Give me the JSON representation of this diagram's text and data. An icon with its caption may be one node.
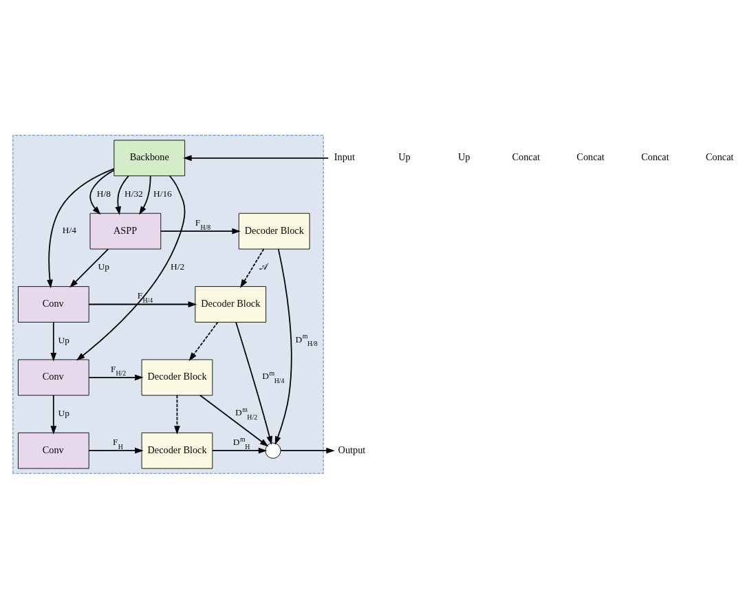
{
  "diagram": {
    "nodes": [
      {
        "text": [],
        "shape": "box"
      },
      {
        "text": [
          "Input"
        ]
      },
      {
        "text": [
          "Backbone"
        ],
        "in": 0
      },
      {
        "text": [
          "ASPP"
        ],
        "in": 0
      },
      {
        "text": [
          "Conv"
        ],
        "in": 0
      },
      {
        "text": [
          "Conv"
        ],
        "in": 0
      },
      {
        "text": [
          "Conv"
        ],
        "in": 0
      },
      {
        "text": [
          "Decoder Block"
        ],
        "in": 0
      },
      {
        "text": [
          "Decoder Block"
        ],
        "in": 0
      },
      {
        "text": [
          "Decoder Block"
        ],
        "in": 0
      },
      {
        "text": [
          "Decoder Block"
        ],
        "in": 0
      },
      {
        "text": [],
        "shape": "circle",
        "in": 0
      },
      {
        "text": [
          "Output"
        ]
      }
    ],
    "edges": [
      {
        "from": 1,
        "to": 2,
        "arrow": "to"
      },
      {
        "from": 2,
        "to": 3,
        "arrow": "to",
        "label": "H/32"
      },
      {
        "from": 2,
        "to": 3,
        "arrow": "to",
        "label": "H/16"
      },
      {
        "from": 2,
        "to": 3,
        "arrow": "to",
        "label": "H/8"
      },
      {
        "from": 2,
        "to": 4,
        "arrow": "to",
        "label": "H/4"
      },
      {
        "from": 2,
        "to": 5,
        "arrow": "to",
        "label": "H/2"
      },
      {
        "from": 3,
        "to": 4,
        "arrow": "to",
        "label": "Up"
      },
      {
        "from": 4,
        "to": 5,
        "arrow": "to",
        "label": "Up"
      },
      {
        "from": 5,
        "to": 6,
        "arrow": "to",
        "label": "Up"
      },
      {
        "from": 3,
        "to": 7,
        "arrow": "to",
        "label": "F$_{H/8}$"
      },
      {
        "from": 4,
        "to": 8,
        "arrow": "to",
        "label": "F$_{H/4}$"
      },
      {
        "from": 5,
        "to": 9,
        "arrow": "to",
        "label": "F$_{H/2}$"
      },
      {
        "from": 6,
        "to": 10,
        "arrow": "to",
        "label": "F$_{H}$"
      },
      {
        "from": 7,
        "to": 8,
        "arrow": "to",
        "style": "dashed",
        "label": "𝒜"
      },
      {
        "from": 8,
        "to": 9,
        "arrow": "to",
        "style": "dashed"
      },
      {
        "from": 9,
        "to": 10,
        "arrow": "to",
        "style": "dashed"
      },
      {
        "from": 7,
        "to": 11,
        "arrow": "to",
        "label": "D$^{m}$$_{H/8}$"
      },
      {
        "from": 8,
        "to": 11,
        "arrow": "to",
        "label": "D$^{m}$$_{H/4}$"
      },
      {
        "from": 9,
        "to": 11,
        "arrow": "to",
        "label": "D$^{m}$$_{H/2}$"
      },
      {
        "from": 10,
        "to": 11,
        "arrow": "to",
        "label": "D$^{m}$$_{H}$"
      },
      {
        "from": 11,
        "to": 12,
        "arrow": "to"
      }
    ],
    "labels": [
      "Up",
      "Up",
      "Concat",
      "Concat",
      "Concat",
      "Concat"
    ]
  }
}
